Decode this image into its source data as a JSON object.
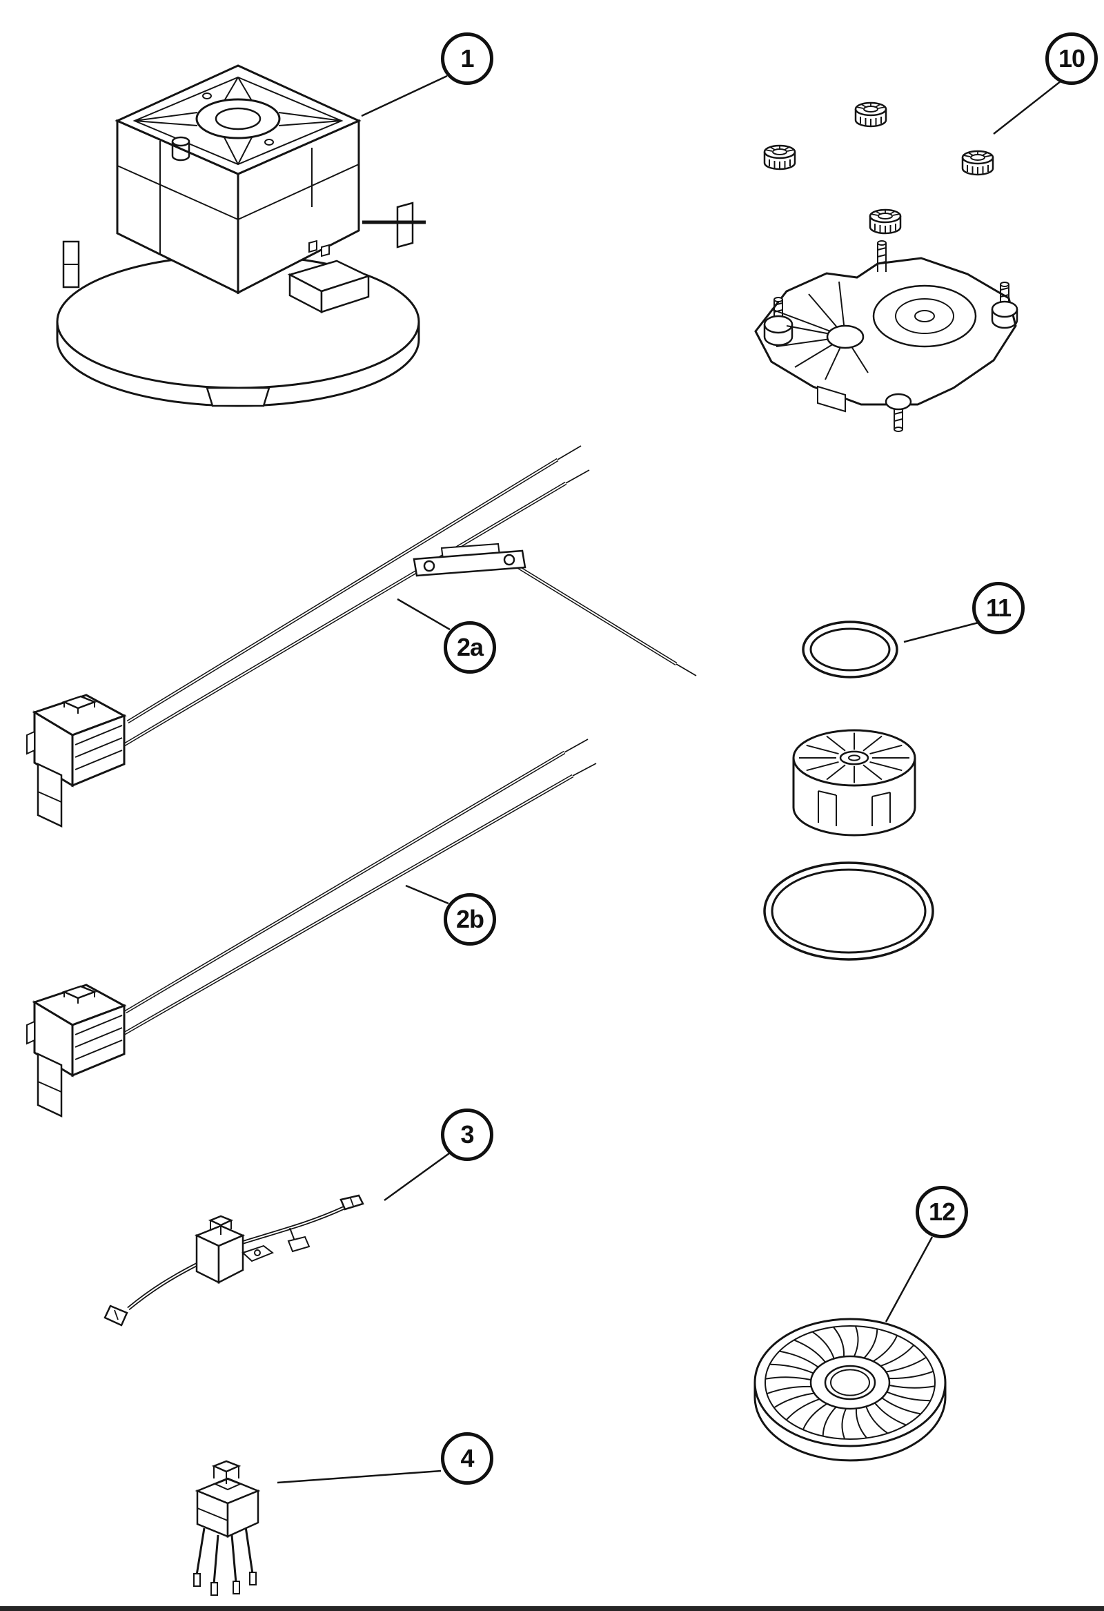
{
  "style": {
    "ink": "#141414",
    "paper": "#ffffff"
  },
  "diagram": {
    "callouts": [
      {
        "id": "1",
        "label": "1"
      },
      {
        "id": "10",
        "label": "10"
      },
      {
        "id": "2a",
        "label": "2a"
      },
      {
        "id": "11",
        "label": "11"
      },
      {
        "id": "2b",
        "label": "2b"
      },
      {
        "id": "3",
        "label": "3"
      },
      {
        "id": "12",
        "label": "12"
      },
      {
        "id": "4",
        "label": "4"
      }
    ]
  }
}
